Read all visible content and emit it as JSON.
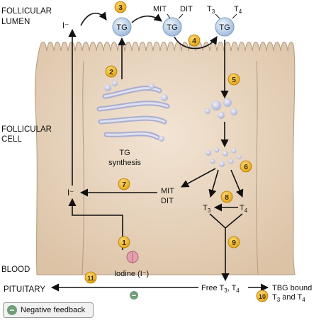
{
  "regions": {
    "lumen_line1": "FOLLICULAR",
    "lumen_line2": "LUMEN",
    "cell_line1": "FOLLICULAR",
    "cell_line2": "CELL",
    "blood": "BLOOD",
    "pituitary": "PITUITARY"
  },
  "molecules": {
    "iodide": "I⁻",
    "tg": "TG",
    "mit": "MIT",
    "dit": "DIT",
    "t": "T",
    "sub3": "3",
    "sub4": "4",
    "tg_synthesis_1": "TG",
    "tg_synthesis_2": "synthesis",
    "iodine": "Iodine (I⁻)",
    "free_t": "Free T",
    "comma_t": ", T",
    "tbg_1": "TBG bound",
    "tbg_2": "T",
    "and_t": " and T"
  },
  "steps": [
    "1",
    "2",
    "3",
    "4",
    "5",
    "6",
    "7",
    "8",
    "9",
    "10",
    "11"
  ],
  "legend": {
    "symbol": "−",
    "label": "Negative feedback"
  },
  "colors": {
    "cell_fill": "#e9d6c2",
    "cell_edge": "#b49a80",
    "step_badge": "#f2b62c",
    "vesicle": "#c5c8e2",
    "tg_sphere": "#bdd2ea",
    "transporter": "#d68aa0",
    "feedback": "#6f9e78"
  }
}
